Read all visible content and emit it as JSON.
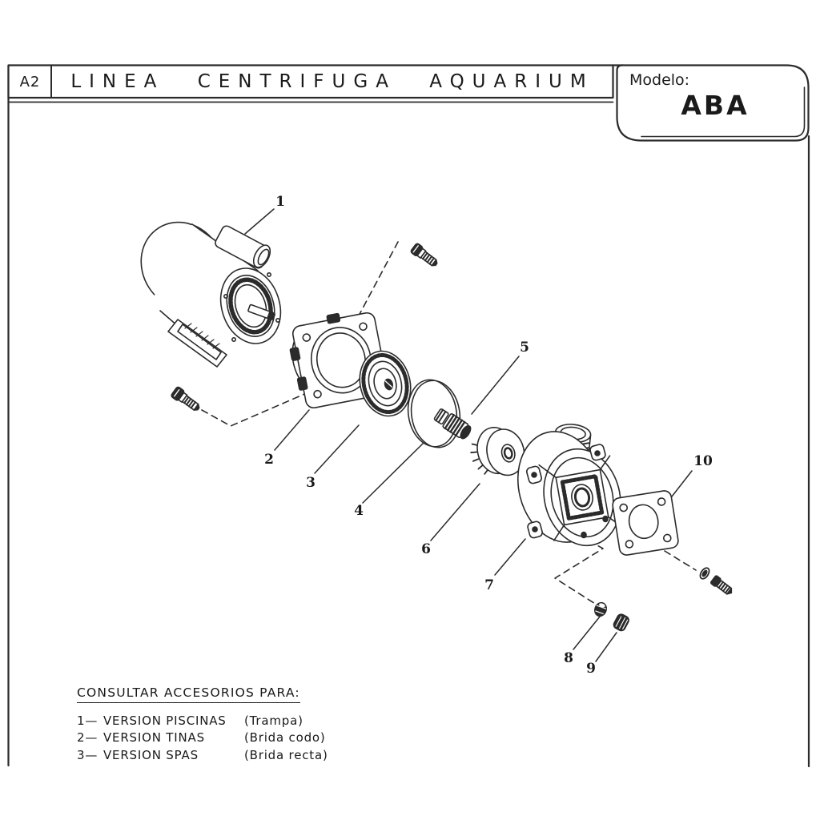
{
  "header": {
    "sheet_code": "A2",
    "title": "LINEA CENTRIFUGA AQUARIUM",
    "model_label": "Modelo:",
    "model_value": "ABA"
  },
  "diagram": {
    "type": "exploded-parts-drawing",
    "part_labels": [
      "1",
      "2",
      "3",
      "4",
      "5",
      "6",
      "7",
      "8",
      "9",
      "10"
    ]
  },
  "notes": {
    "heading": "CONSULTAR ACCESORIOS PARA:",
    "items": [
      {
        "num": "1—",
        "name": "VERSION PISCINAS",
        "variant": "(Trampa)"
      },
      {
        "num": "2—",
        "name": "VERSION TINAS",
        "variant": "(Brida codo)"
      },
      {
        "num": "3—",
        "name": "VERSION SPAS",
        "variant": "(Brida recta)"
      }
    ]
  },
  "colors": {
    "ink": "#2b2b2b",
    "paper": "#ffffff"
  }
}
